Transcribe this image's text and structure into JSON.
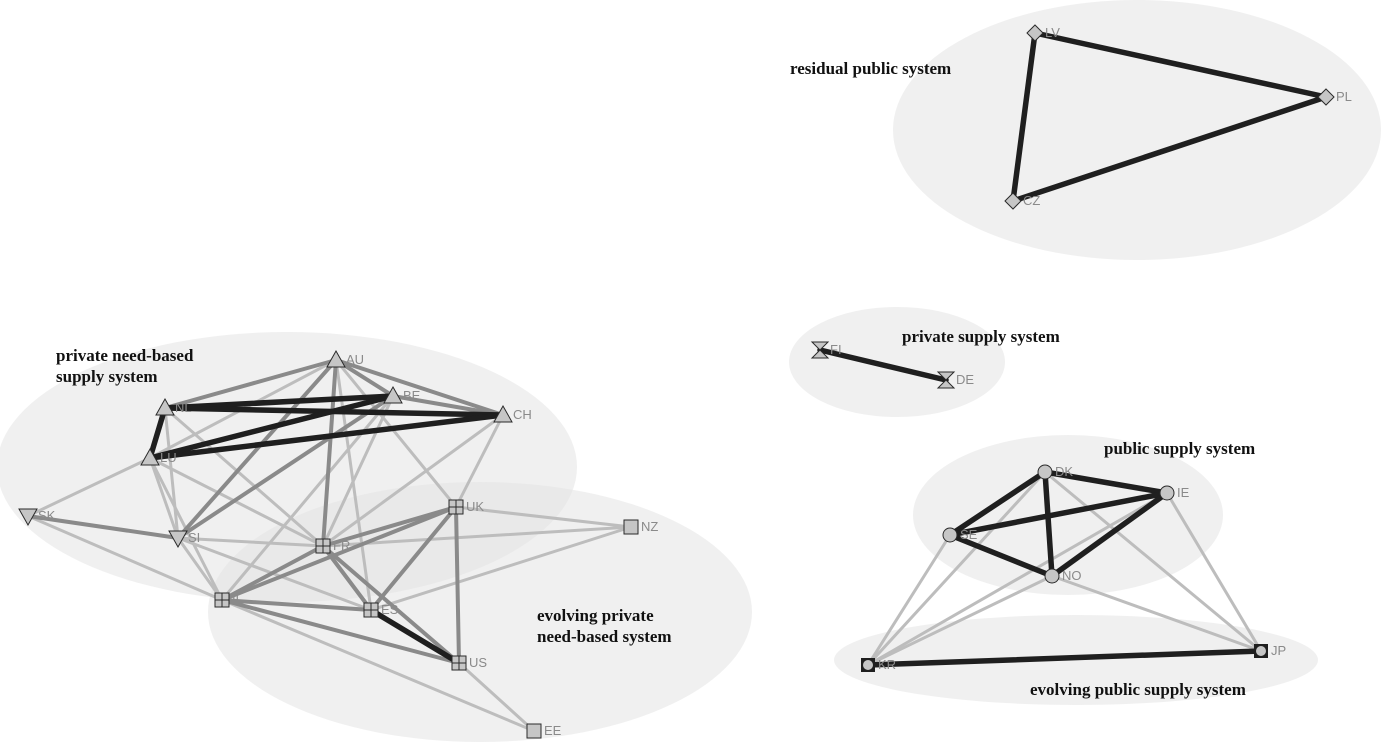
{
  "clusters": [
    {
      "id": "residual_public",
      "label_lines": [
        "residual public system"
      ]
    },
    {
      "id": "private_supply",
      "label_lines": [
        "private supply system"
      ]
    },
    {
      "id": "public_supply",
      "label_lines": [
        "public supply system"
      ]
    },
    {
      "id": "evolving_public",
      "label_lines": [
        "evolving public supply system"
      ]
    },
    {
      "id": "private_need",
      "label_lines": [
        "private need-based",
        "supply system"
      ]
    },
    {
      "id": "evolving_private",
      "label_lines": [
        "evolving private",
        "need-based system"
      ]
    }
  ],
  "nodes": [
    {
      "id": "LV",
      "label": "LV",
      "shape": "diamond"
    },
    {
      "id": "PL",
      "label": "PL",
      "shape": "diamond"
    },
    {
      "id": "CZ",
      "label": "CZ",
      "shape": "diamond"
    },
    {
      "id": "FI",
      "label": "FI",
      "shape": "hourglass"
    },
    {
      "id": "DE",
      "label": "DE",
      "shape": "hourglass"
    },
    {
      "id": "DK",
      "label": "DK",
      "shape": "circle"
    },
    {
      "id": "IE",
      "label": "IE",
      "shape": "circle"
    },
    {
      "id": "SE",
      "label": "SE",
      "shape": "circle"
    },
    {
      "id": "NO",
      "label": "NO",
      "shape": "circle"
    },
    {
      "id": "KR",
      "label": "KR",
      "shape": "circle-in-square"
    },
    {
      "id": "JP",
      "label": "JP",
      "shape": "circle-in-square"
    },
    {
      "id": "AU",
      "label": "AU",
      "shape": "triangle-up"
    },
    {
      "id": "BE",
      "label": "BE",
      "shape": "triangle-up"
    },
    {
      "id": "NL",
      "label": "NL",
      "shape": "triangle-up"
    },
    {
      "id": "CH",
      "label": "CH",
      "shape": "triangle-up"
    },
    {
      "id": "LU",
      "label": "LU",
      "shape": "triangle-up"
    },
    {
      "id": "SK",
      "label": "SK",
      "shape": "triangle-down"
    },
    {
      "id": "SI",
      "label": "SI",
      "shape": "triangle-down"
    },
    {
      "id": "UK",
      "label": "UK",
      "shape": "grid-square"
    },
    {
      "id": "FR",
      "label": "FR",
      "shape": "grid-square"
    },
    {
      "id": "IL",
      "label": "IL",
      "shape": "grid-square"
    },
    {
      "id": "ES",
      "label": "ES",
      "shape": "grid-square"
    },
    {
      "id": "US",
      "label": "US",
      "shape": "grid-square"
    },
    {
      "id": "NZ",
      "label": "NZ",
      "shape": "square"
    },
    {
      "id": "EE",
      "label": "EE",
      "shape": "square"
    }
  ],
  "edges": [
    {
      "from": "LV",
      "to": "PL",
      "strength": "strong"
    },
    {
      "from": "LV",
      "to": "CZ",
      "strength": "strong"
    },
    {
      "from": "CZ",
      "to": "PL",
      "strength": "strong"
    },
    {
      "from": "FI",
      "to": "DE",
      "strength": "strong"
    },
    {
      "from": "DK",
      "to": "IE",
      "strength": "strong"
    },
    {
      "from": "DK",
      "to": "SE",
      "strength": "strong"
    },
    {
      "from": "DK",
      "to": "NO",
      "strength": "strong"
    },
    {
      "from": "SE",
      "to": "IE",
      "strength": "strong"
    },
    {
      "from": "SE",
      "to": "NO",
      "strength": "strong"
    },
    {
      "from": "NO",
      "to": "IE",
      "strength": "strong"
    },
    {
      "from": "KR",
      "to": "JP",
      "strength": "strong"
    },
    {
      "from": "KR",
      "to": "SE",
      "strength": "weak"
    },
    {
      "from": "KR",
      "to": "DK",
      "strength": "weak"
    },
    {
      "from": "KR",
      "to": "NO",
      "strength": "weak"
    },
    {
      "from": "KR",
      "to": "IE",
      "strength": "weak"
    },
    {
      "from": "JP",
      "to": "DK",
      "strength": "weak"
    },
    {
      "from": "JP",
      "to": "IE",
      "strength": "weak"
    },
    {
      "from": "JP",
      "to": "NO",
      "strength": "weak"
    },
    {
      "from": "NL",
      "to": "BE",
      "strength": "strong"
    },
    {
      "from": "NL",
      "to": "CH",
      "strength": "strong"
    },
    {
      "from": "NL",
      "to": "LU",
      "strength": "strong"
    },
    {
      "from": "LU",
      "to": "CH",
      "strength": "strong"
    },
    {
      "from": "LU",
      "to": "BE",
      "strength": "strong"
    },
    {
      "from": "UK",
      "to": "FR",
      "strength": "medium"
    },
    {
      "from": "ES",
      "to": "US",
      "strength": "strong"
    },
    {
      "from": "AU",
      "to": "NL",
      "strength": "medium"
    },
    {
      "from": "AU",
      "to": "BE",
      "strength": "medium"
    },
    {
      "from": "AU",
      "to": "CH",
      "strength": "medium"
    },
    {
      "from": "AU",
      "to": "LU",
      "strength": "weak"
    },
    {
      "from": "AU",
      "to": "SI",
      "strength": "medium"
    },
    {
      "from": "AU",
      "to": "FR",
      "strength": "medium"
    },
    {
      "from": "AU",
      "to": "UK",
      "strength": "weak"
    },
    {
      "from": "AU",
      "to": "ES",
      "strength": "weak"
    },
    {
      "from": "BE",
      "to": "CH",
      "strength": "medium"
    },
    {
      "from": "BE",
      "to": "SI",
      "strength": "medium"
    },
    {
      "from": "BE",
      "to": "FR",
      "strength": "weak"
    },
    {
      "from": "BE",
      "to": "IL",
      "strength": "weak"
    },
    {
      "from": "CH",
      "to": "UK",
      "strength": "weak"
    },
    {
      "from": "CH",
      "to": "FR",
      "strength": "weak"
    },
    {
      "from": "NL",
      "to": "FR",
      "strength": "weak"
    },
    {
      "from": "NL",
      "to": "SI",
      "strength": "weak"
    },
    {
      "from": "LU",
      "to": "SI",
      "strength": "weak"
    },
    {
      "from": "LU",
      "to": "FR",
      "strength": "weak"
    },
    {
      "from": "LU",
      "to": "IL",
      "strength": "weak"
    },
    {
      "from": "LU",
      "to": "SK",
      "strength": "weak"
    },
    {
      "from": "SK",
      "to": "SI",
      "strength": "medium"
    },
    {
      "from": "SK",
      "to": "IL",
      "strength": "weak"
    },
    {
      "from": "SI",
      "to": "FR",
      "strength": "weak"
    },
    {
      "from": "SI",
      "to": "IL",
      "strength": "weak"
    },
    {
      "from": "SI",
      "to": "ES",
      "strength": "weak"
    },
    {
      "from": "UK",
      "to": "IL",
      "strength": "medium"
    },
    {
      "from": "UK",
      "to": "ES",
      "strength": "medium"
    },
    {
      "from": "UK",
      "to": "US",
      "strength": "medium"
    },
    {
      "from": "UK",
      "to": "NZ",
      "strength": "weak"
    },
    {
      "from": "FR",
      "to": "IL",
      "strength": "medium"
    },
    {
      "from": "FR",
      "to": "ES",
      "strength": "medium"
    },
    {
      "from": "FR",
      "to": "US",
      "strength": "medium"
    },
    {
      "from": "FR",
      "to": "NZ",
      "strength": "weak"
    },
    {
      "from": "IL",
      "to": "ES",
      "strength": "medium"
    },
    {
      "from": "IL",
      "to": "US",
      "strength": "medium"
    },
    {
      "from": "IL",
      "to": "EE",
      "strength": "weak"
    },
    {
      "from": "ES",
      "to": "NZ",
      "strength": "weak"
    },
    {
      "from": "US",
      "to": "EE",
      "strength": "weak"
    }
  ],
  "colors": {
    "background": "#ffffff",
    "cluster_fill": "#e3e3e3",
    "node_fill": "#c6c6c6",
    "node_stroke": "#2a2a2a",
    "edge_strong": "#1f1f1f",
    "edge_medium": "#8a8a8a",
    "edge_weak": "#bdbdbd",
    "node_label": "#8a8a8a",
    "cluster_label": "#111111"
  }
}
